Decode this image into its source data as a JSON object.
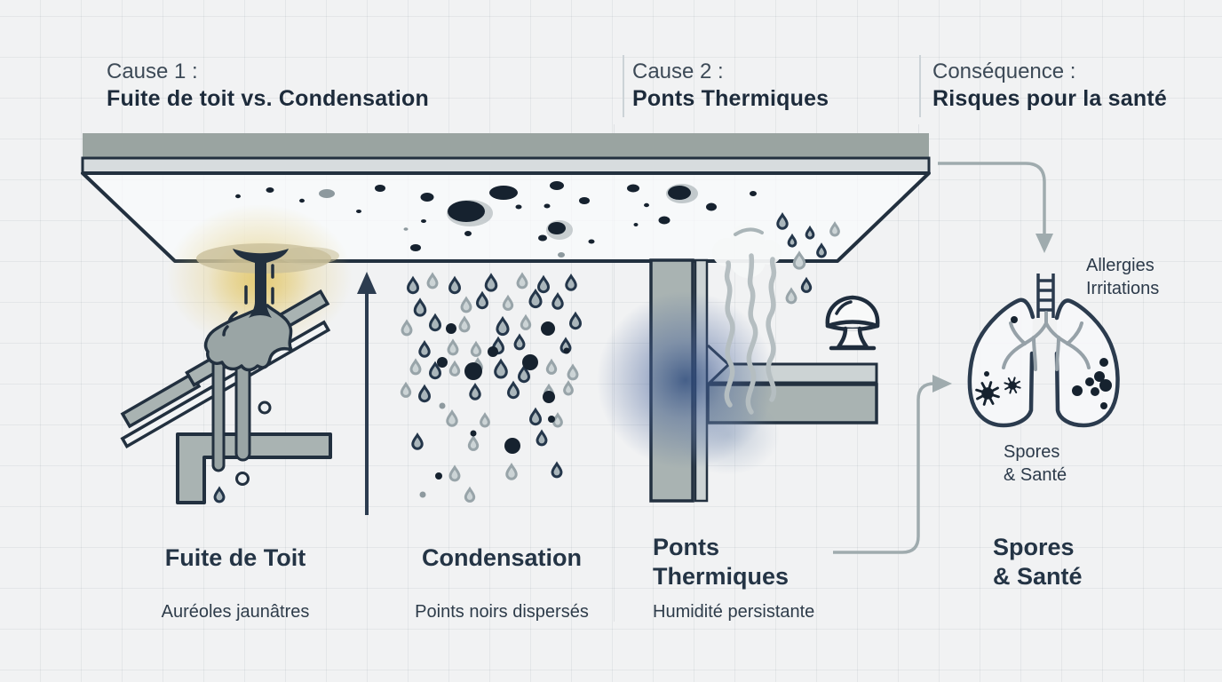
{
  "headers": [
    {
      "eyebrow": "Cause 1 :",
      "title": "Fuite de toit vs. Condensation"
    },
    {
      "eyebrow": "Cause 2 :",
      "title": "Ponts Thermiques"
    },
    {
      "eyebrow": "Conséquence :",
      "title": "Risques pour la santé"
    }
  ],
  "columns": {
    "leak": {
      "title": "Fuite de Toit",
      "subtitle": "Auréoles jaunâtres"
    },
    "condensation": {
      "title": "Condensation",
      "subtitle": "Points noirs dispersés"
    },
    "bridge": {
      "title_line1": "Ponts",
      "title_line2": "Thermiques",
      "subtitle": "Humidité persistante"
    },
    "spores": {
      "title_line1": "Spores",
      "title_line2": "& Santé"
    }
  },
  "annotations": {
    "allergies_line1": "Allergies",
    "allergies_line2": "Irritations",
    "lungs_caption_line1": "Spores",
    "lungs_caption_line2": "& Santé"
  },
  "palette": {
    "ink": "#22303f",
    "mold_dark": "#16222f",
    "mold_gray": "#8d999e",
    "gray_fill": "#a9b3b2",
    "light_fill": "#d2d8d9",
    "roof_band": "#9aa4a1",
    "steam": "#b5bec1",
    "arrow_gray": "#9fabae",
    "droplet_dark_stroke": "#24364a",
    "droplet_dark_fill": "#aab6bb",
    "droplet_gray_stroke": "#98a4a9",
    "droplet_gray_fill": "#ccd4d6",
    "glow_yellow": "#e3c96f",
    "glow_blue": "#2c4a7e"
  },
  "illustration": {
    "mold_dots": [
      [
        529,
        240,
        26,
        15,
        "g",
        0.45
      ],
      [
        768,
        218,
        18,
        11,
        "g",
        0.5
      ],
      [
        630,
        259,
        15,
        11,
        "g",
        0.45
      ],
      [
        268,
        221,
        3,
        2.2
      ],
      [
        304,
        214,
        4.5,
        3
      ],
      [
        368,
        218,
        9,
        5,
        "g"
      ],
      [
        428,
        212,
        6,
        4
      ],
      [
        481,
        222,
        7.5,
        5
      ],
      [
        477,
        249,
        3,
        2
      ],
      [
        457,
        258,
        2.5,
        1.8,
        "g"
      ],
      [
        468,
        279,
        6,
        4
      ],
      [
        525,
        238,
        21,
        12
      ],
      [
        527,
        263,
        4,
        3
      ],
      [
        567,
        217,
        16,
        8
      ],
      [
        584,
        233,
        3.5,
        2.5
      ],
      [
        616,
        232,
        3.5,
        2.5
      ],
      [
        627,
        209,
        8,
        5
      ],
      [
        611,
        268,
        5,
        3.5
      ],
      [
        627,
        257,
        10,
        7
      ],
      [
        632,
        287,
        4,
        3,
        "g"
      ],
      [
        658,
        226,
        6,
        4
      ],
      [
        666,
        272,
        3.5,
        2.5
      ],
      [
        713,
        212,
        7,
        4.5
      ],
      [
        728,
        231,
        3,
        2.2
      ],
      [
        716,
        253,
        2.5,
        2
      ],
      [
        748,
        248,
        6.5,
        4.5
      ],
      [
        765,
        217,
        13,
        8
      ],
      [
        801,
        233,
        6,
        4.5
      ],
      [
        848,
        218,
        4,
        3
      ],
      [
        340,
        226,
        3,
        2.2
      ],
      [
        404,
        238,
        3,
        2
      ]
    ],
    "cond_droplets": [
      [
        465,
        321,
        "d",
        1
      ],
      [
        487,
        316,
        "g",
        0.9
      ],
      [
        512,
        321,
        "d",
        1
      ],
      [
        553,
        318,
        "d",
        1.05
      ],
      [
        588,
        316,
        "g",
        0.9
      ],
      [
        612,
        320,
        "d",
        1
      ],
      [
        643,
        318,
        "d",
        0.95
      ],
      [
        473,
        346,
        "d",
        1.05
      ],
      [
        525,
        343,
        "g",
        0.9
      ],
      [
        543,
        338,
        "d",
        1
      ],
      [
        572,
        341,
        "g",
        0.85
      ],
      [
        603,
        336,
        "d",
        1.1
      ],
      [
        628,
        339,
        "d",
        0.95
      ],
      [
        458,
        369,
        "g",
        0.9
      ],
      [
        490,
        363,
        "d",
        1
      ],
      [
        523,
        365,
        "g",
        0.9
      ],
      [
        566,
        367,
        "d",
        1.1
      ],
      [
        592,
        363,
        "g",
        0.85
      ],
      [
        648,
        361,
        "d",
        1
      ],
      [
        478,
        393,
        "d",
        0.95
      ],
      [
        510,
        391,
        "g",
        0.9
      ],
      [
        536,
        393,
        "g",
        0.85
      ],
      [
        561,
        389,
        "d",
        1
      ],
      [
        585,
        385,
        "d",
        0.9
      ],
      [
        637,
        389,
        "d",
        0.9
      ],
      [
        468,
        413,
        "g",
        0.9
      ],
      [
        490,
        417,
        "d",
        1
      ],
      [
        512,
        415,
        "g",
        0.85
      ],
      [
        538,
        411,
        "g",
        0.8
      ],
      [
        564,
        415,
        "d",
        1.15
      ],
      [
        590,
        421,
        "d",
        1
      ],
      [
        621,
        413,
        "g",
        0.85
      ],
      [
        645,
        419,
        "g",
        0.9
      ],
      [
        457,
        439,
        "g",
        0.85
      ],
      [
        478,
        443,
        "d",
        1
      ],
      [
        535,
        441,
        "d",
        0.95
      ],
      [
        578,
        439,
        "d",
        1
      ],
      [
        618,
        441,
        "g",
        0.85
      ],
      [
        640,
        437,
        "g",
        0.8
      ],
      [
        509,
        471,
        "g",
        0.95
      ],
      [
        546,
        473,
        "g",
        0.8
      ],
      [
        603,
        469,
        "d",
        1
      ],
      [
        628,
        473,
        "g",
        0.8
      ],
      [
        470,
        497,
        "d",
        0.95
      ],
      [
        533,
        499,
        "g",
        0.85
      ],
      [
        610,
        493,
        "d",
        0.9
      ],
      [
        512,
        533,
        "g",
        0.9
      ],
      [
        576,
        531,
        "g",
        0.95
      ],
      [
        627,
        529,
        "d",
        0.9
      ],
      [
        529,
        557,
        "g",
        0.85
      ]
    ],
    "cond_mold_dots": [
      [
        508,
        370,
        6
      ],
      [
        555,
        396,
        6
      ],
      [
        498,
        408,
        6
      ],
      [
        533,
        418,
        10
      ],
      [
        597,
        408,
        9
      ],
      [
        617,
        370,
        8
      ],
      [
        638,
        395,
        3.5
      ],
      [
        618,
        447,
        7
      ],
      [
        621,
        472,
        4
      ],
      [
        577,
        502,
        9
      ],
      [
        533,
        488,
        3.5
      ],
      [
        494,
        536,
        4
      ],
      [
        476,
        557,
        3.5,
        "g"
      ],
      [
        498,
        457,
        3.5,
        "g"
      ]
    ],
    "bridge_droplets": [
      [
        881,
        249,
        "d",
        0.95
      ],
      [
        912,
        262,
        "d",
        0.7
      ],
      [
        940,
        258,
        "g",
        0.8
      ],
      [
        892,
        271,
        "d",
        0.7
      ],
      [
        925,
        282,
        "d",
        0.8
      ],
      [
        900,
        293,
        "g",
        1.05
      ],
      [
        908,
        321,
        "d",
        0.85
      ],
      [
        891,
        333,
        "g",
        0.9
      ]
    ],
    "leak_fall_droplet": [
      247,
      557,
      "d",
      0.9
    ],
    "lung_spore_dots": [
      [
        1142,
        360,
        4
      ],
      [
        1111,
        421,
        3
      ],
      [
        1243,
        408,
        5
      ],
      [
        1227,
        430,
        5
      ],
      [
        1238,
        424,
        6
      ],
      [
        1245,
        434,
        7
      ],
      [
        1233,
        441,
        5
      ],
      [
        1213,
        440,
        6
      ],
      [
        1243,
        457,
        4
      ]
    ],
    "lung_spore_stars": [
      [
        1112,
        443,
        13
      ],
      [
        1140,
        434,
        9
      ]
    ]
  }
}
